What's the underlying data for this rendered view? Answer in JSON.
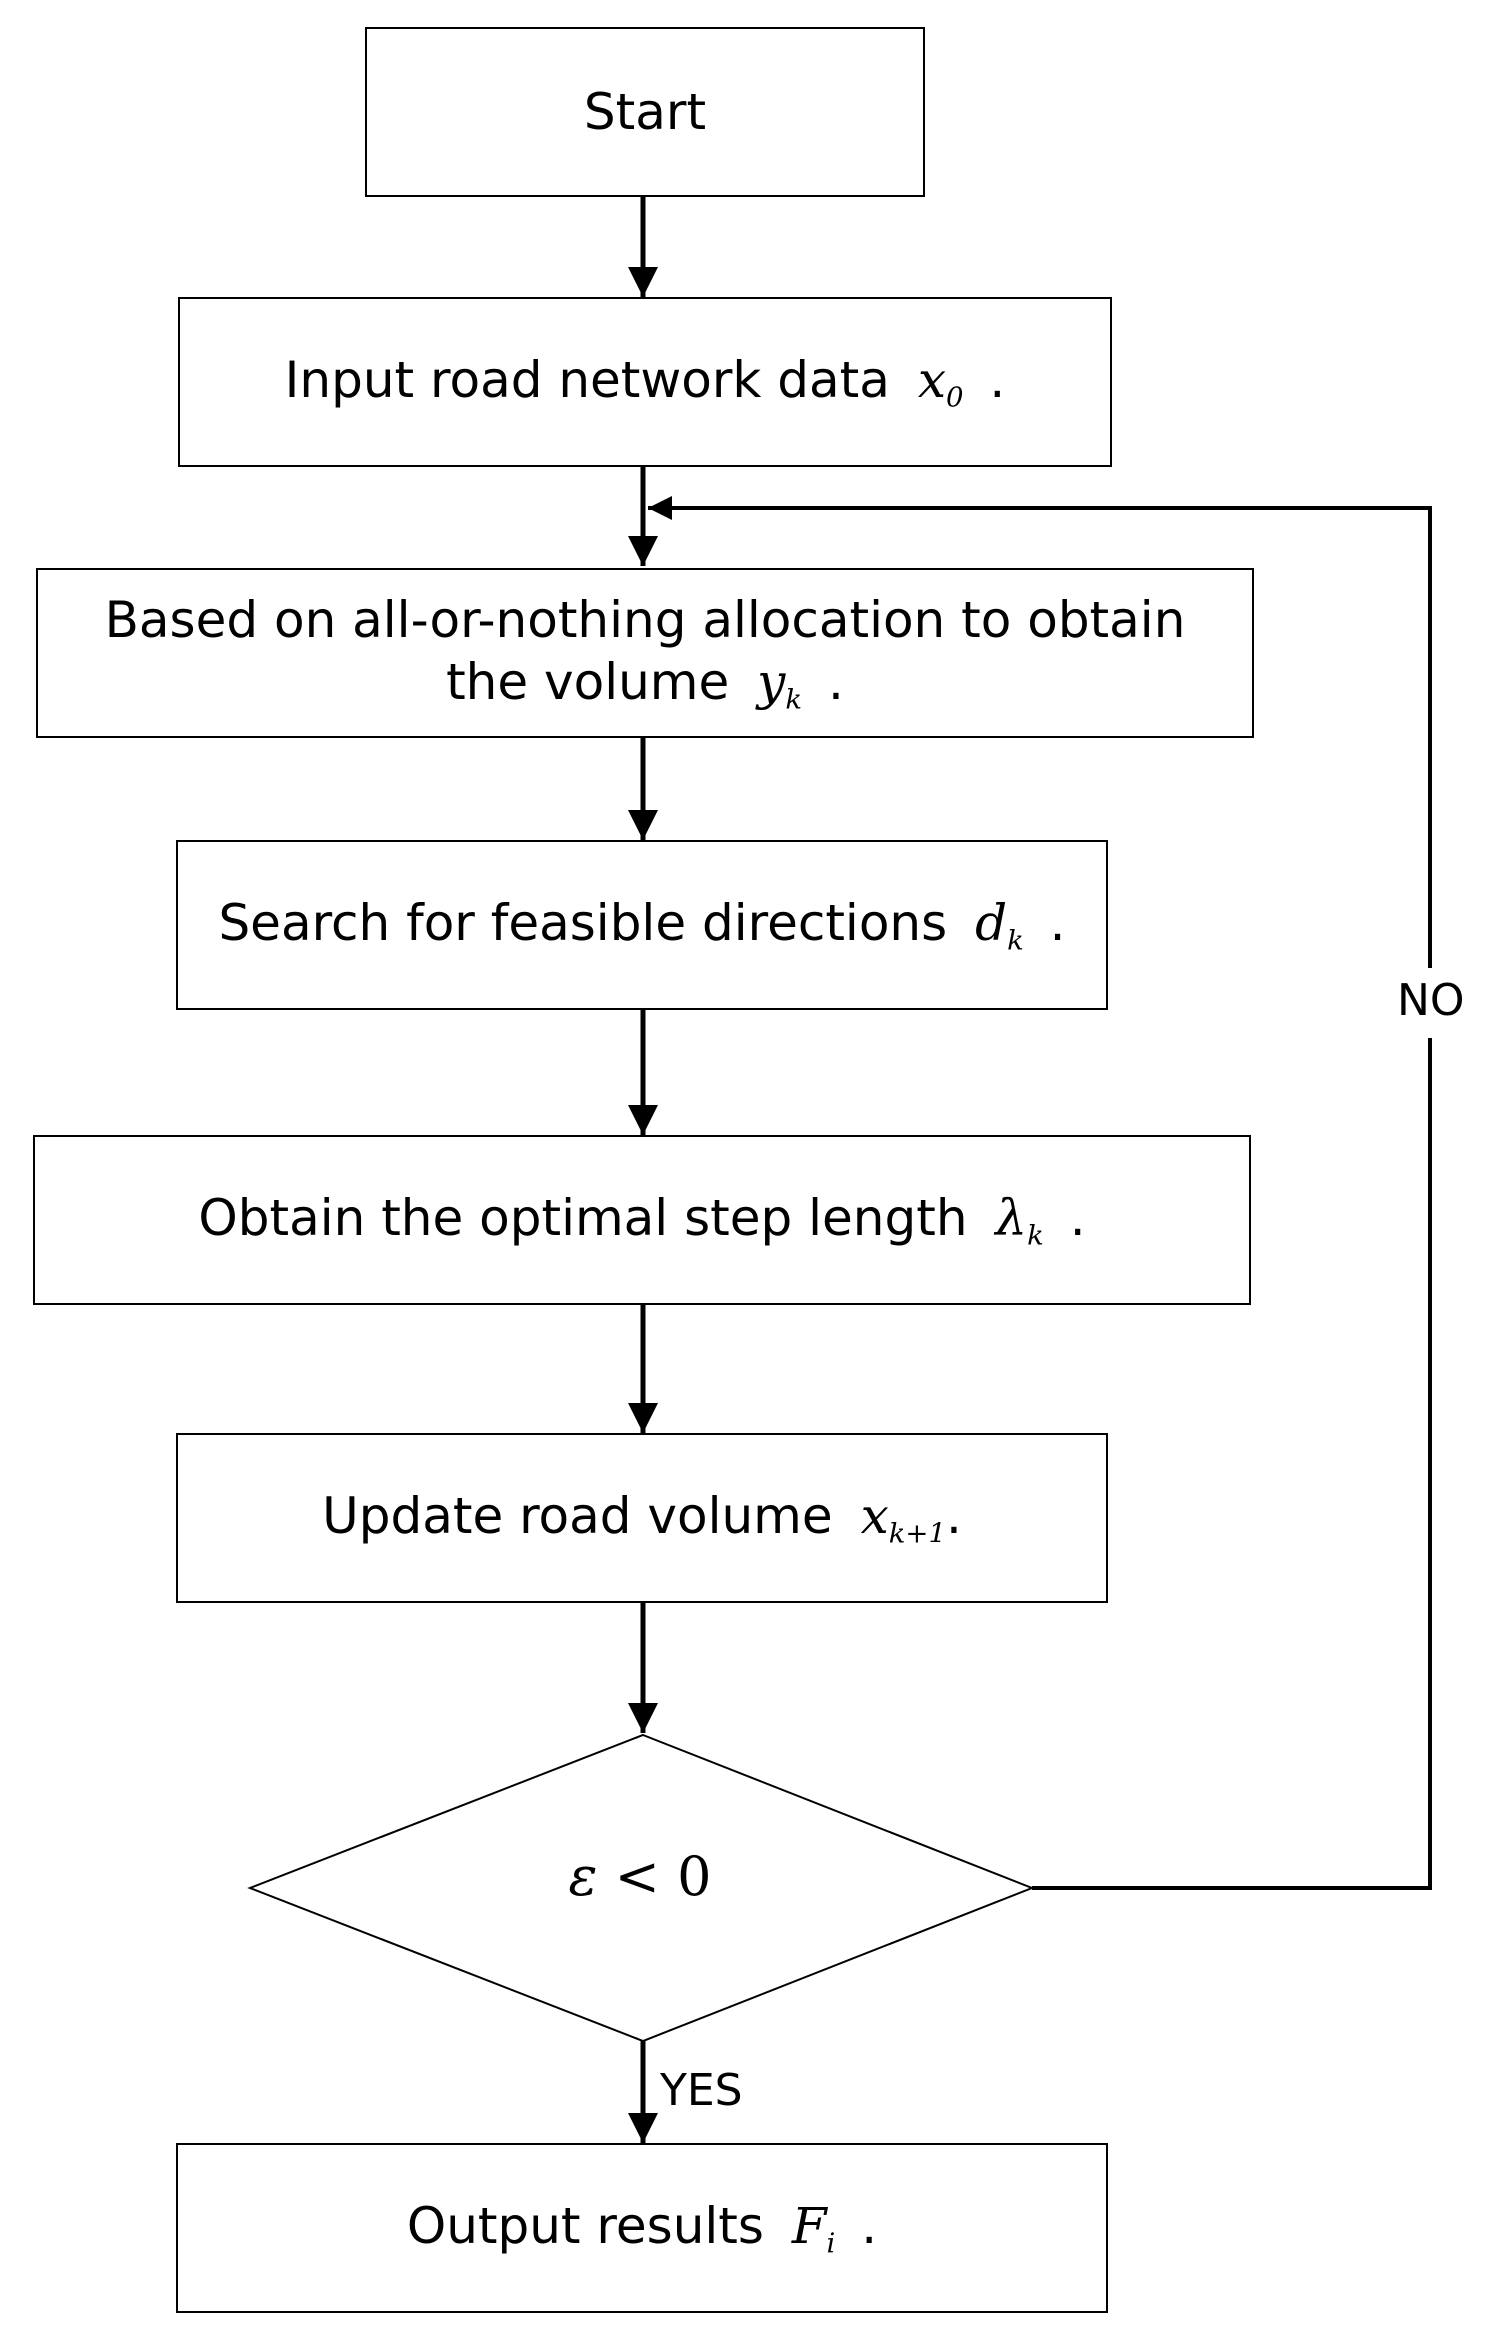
{
  "nodes": {
    "start": "Start",
    "input": {
      "text": "Input road network data",
      "var": "x",
      "sub": "0",
      "end": "."
    },
    "allocation": {
      "line1": "Based on all-or-nothing allocation to obtain",
      "line2": "the volume",
      "var": "y",
      "sub": "k",
      "end": "."
    },
    "search": {
      "text": "Search for feasible directions",
      "var": "d",
      "sub": "k",
      "end": "."
    },
    "step": {
      "text": "Obtain the optimal step length",
      "var": "λ",
      "sub": "k",
      "end": "."
    },
    "update": {
      "text": "Update road volume",
      "var": "x",
      "sub": "k+1",
      "end": "."
    },
    "decision": {
      "var": "ε",
      "op": " < 0"
    },
    "output": {
      "text": "Output results",
      "var": "F",
      "sub": "i",
      "end": "."
    }
  },
  "edge_labels": {
    "no": "NO",
    "yes": "YES"
  }
}
